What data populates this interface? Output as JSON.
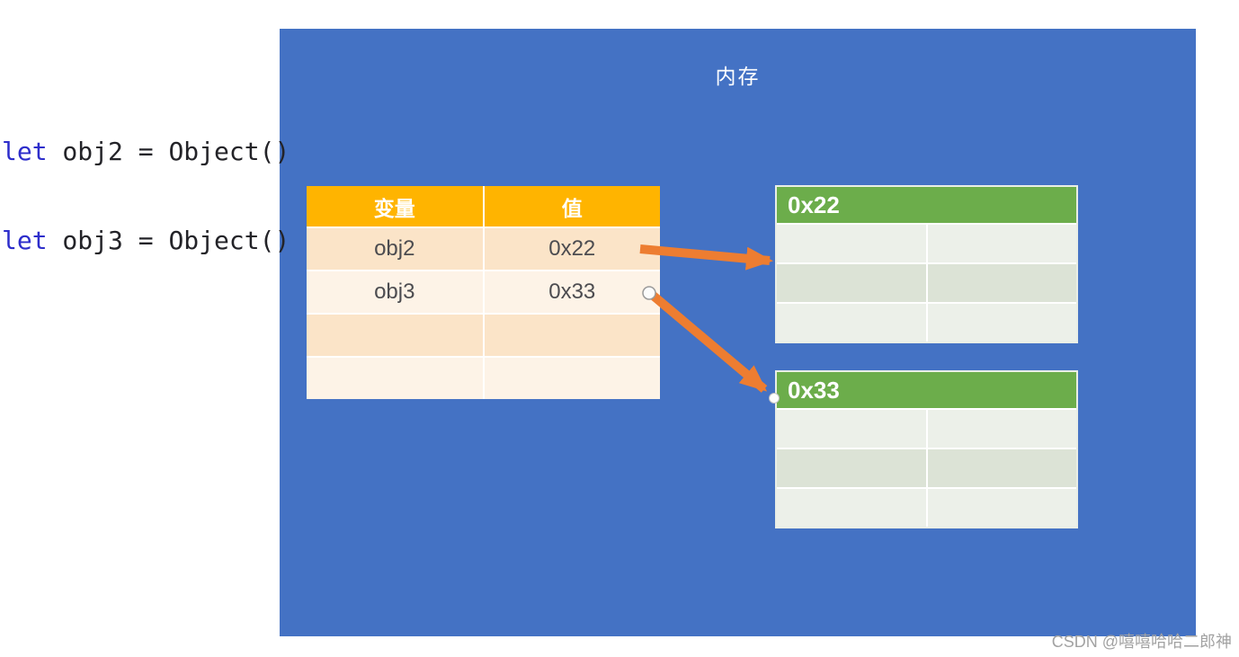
{
  "code": {
    "lines": [
      {
        "keyword": "let",
        "rest": " obj2 = Object()"
      },
      {
        "keyword": "let",
        "rest": " obj3 = Object()"
      }
    ]
  },
  "memory_panel": {
    "title": "内存",
    "background": "#4472C4"
  },
  "variable_table": {
    "headers": [
      "变量",
      "值"
    ],
    "rows": [
      {
        "variable": "obj2",
        "value": "0x22"
      },
      {
        "variable": "obj3",
        "value": "0x33"
      },
      {
        "variable": "",
        "value": ""
      },
      {
        "variable": "",
        "value": ""
      }
    ],
    "colors": {
      "header": "#FFB400",
      "row_odd": "#FBE4C8",
      "row_even": "#FDF3E7",
      "text": "#4c4c50"
    }
  },
  "object_tables": [
    {
      "address": "0x22",
      "rows": 3,
      "columns": 2
    },
    {
      "address": "0x33",
      "rows": 3,
      "columns": 2
    }
  ],
  "object_table_colors": {
    "header": "#6CAD4B",
    "row_odd": "#DCE3D6",
    "row_even": "#ECF0E9"
  },
  "arrows": {
    "color": "#ED7D31",
    "list": [
      {
        "from": "value-cell-0x22",
        "to": "object-table-0x22"
      },
      {
        "from": "value-cell-0x33",
        "to": "object-table-0x33"
      }
    ]
  },
  "watermark": "CSDN @嘻嘻哈哈二郎神"
}
